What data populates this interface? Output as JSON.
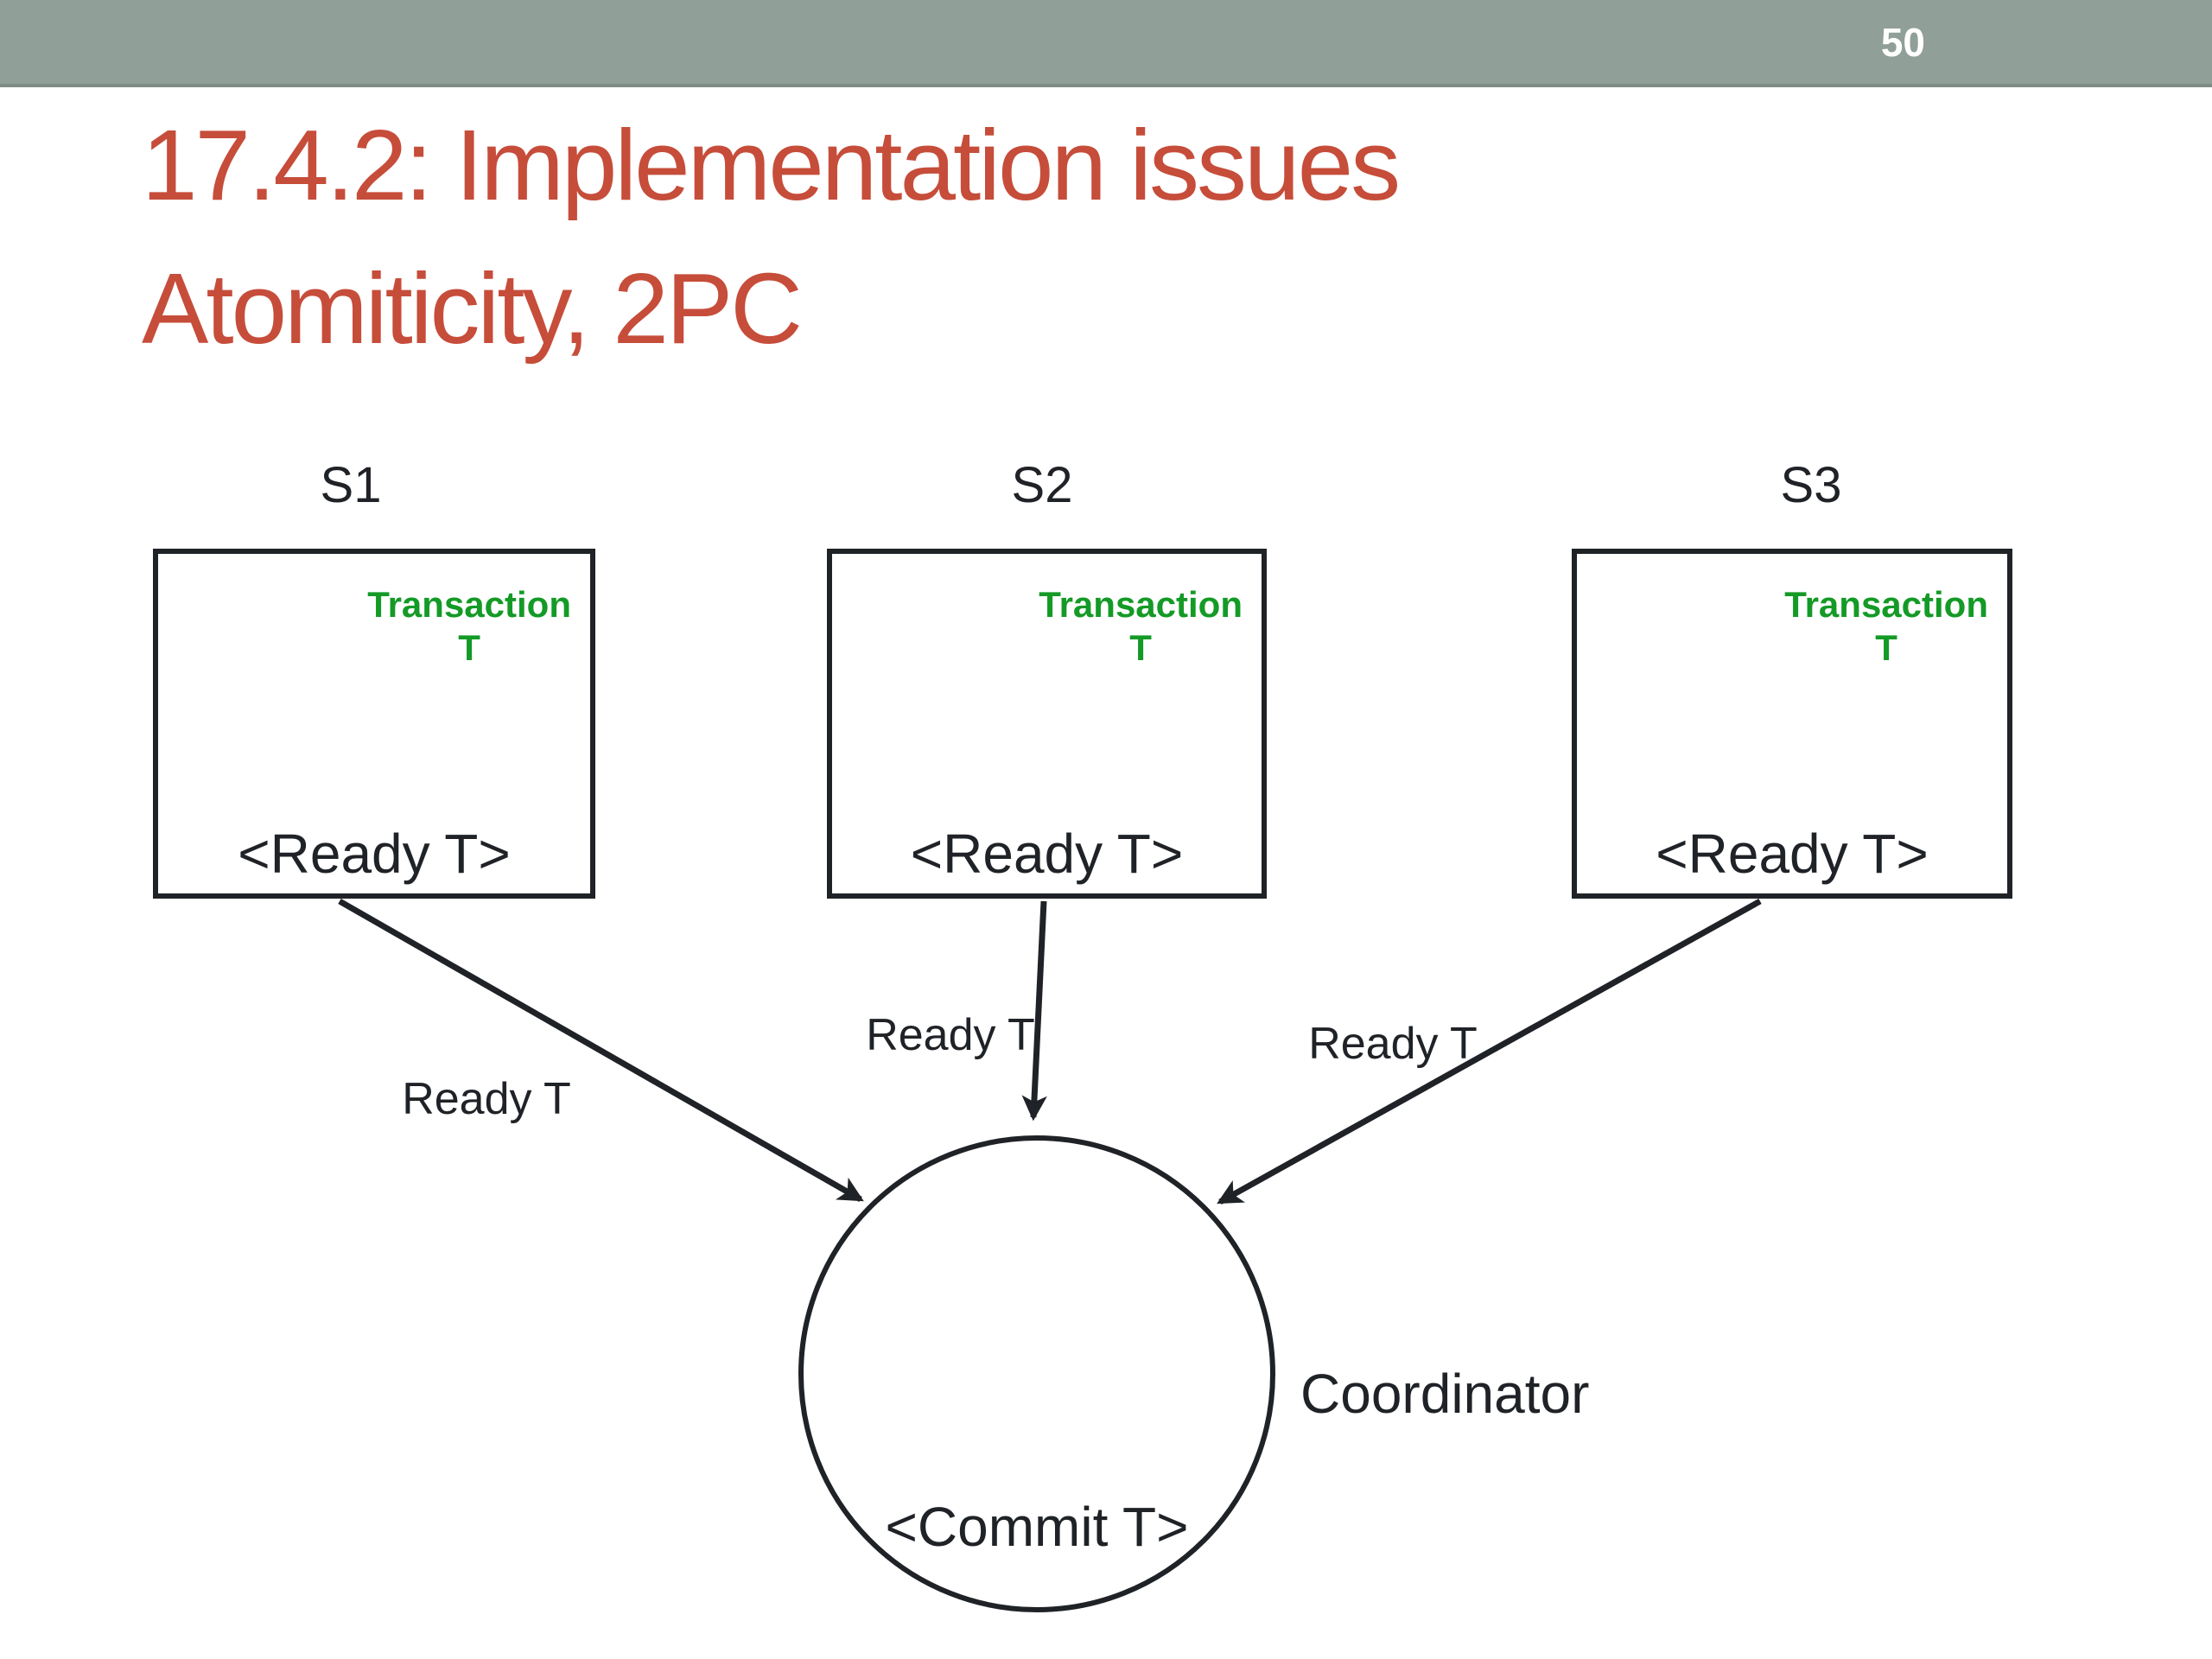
{
  "slide": {
    "page_number": "50"
  },
  "title": {
    "line1": "17.4.2: Implementation issues",
    "line2": "Atomiticity, 2PC"
  },
  "colors": {
    "header_bar": "#909F98",
    "header_bar_edge": "#7E8D86",
    "title_text": "#C64D3A",
    "transaction_green": "#149A26",
    "ink": "#1F2226",
    "page_number_text": "#FFFFFF"
  },
  "diagram": {
    "sites": [
      {
        "name": "S1",
        "transaction_word": "Transaction",
        "transaction_id": "T",
        "log_record": "<Ready T>",
        "message_label": "Ready T"
      },
      {
        "name": "S2",
        "transaction_word": "Transaction",
        "transaction_id": "T",
        "log_record": "<Ready T>",
        "message_label": "Ready T"
      },
      {
        "name": "S3",
        "transaction_word": "Transaction",
        "transaction_id": "T",
        "log_record": "<Ready T>",
        "message_label": "Ready T"
      }
    ],
    "coordinator": {
      "name": "Coordinator",
      "log_record": "<Commit T>"
    }
  }
}
